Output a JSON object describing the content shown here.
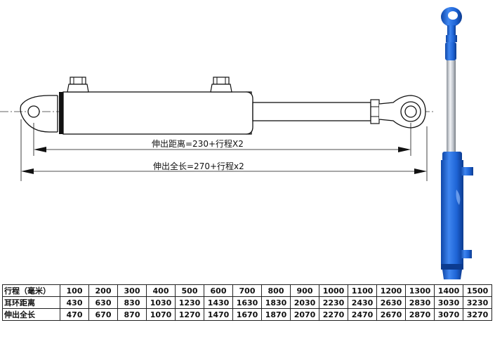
{
  "diagram": {
    "dim_eye_distance": "伸出距离=230+行程X2",
    "dim_full_length": "伸出全长=270+行程x2"
  },
  "table": {
    "rows": [
      {
        "label": "行程（毫米）",
        "values": [
          "100",
          "200",
          "300",
          "400",
          "500",
          "600",
          "700",
          "800",
          "900",
          "1000",
          "1100",
          "1200",
          "1300",
          "1400",
          "1500"
        ]
      },
      {
        "label": "耳环距离",
        "values": [
          "430",
          "630",
          "830",
          "1030",
          "1230",
          "1430",
          "1630",
          "1830",
          "2030",
          "2230",
          "2430",
          "2630",
          "2830",
          "3030",
          "3230"
        ]
      },
      {
        "label": "伸出全长",
        "values": [
          "470",
          "670",
          "870",
          "1070",
          "1270",
          "1470",
          "1670",
          "1870",
          "2070",
          "2270",
          "2470",
          "2670",
          "2870",
          "3070",
          "3270"
        ]
      }
    ]
  },
  "colors": {
    "cylinder_blue": "#1e64d6",
    "rod_steel": "#c9ced6",
    "line": "#111111"
  }
}
